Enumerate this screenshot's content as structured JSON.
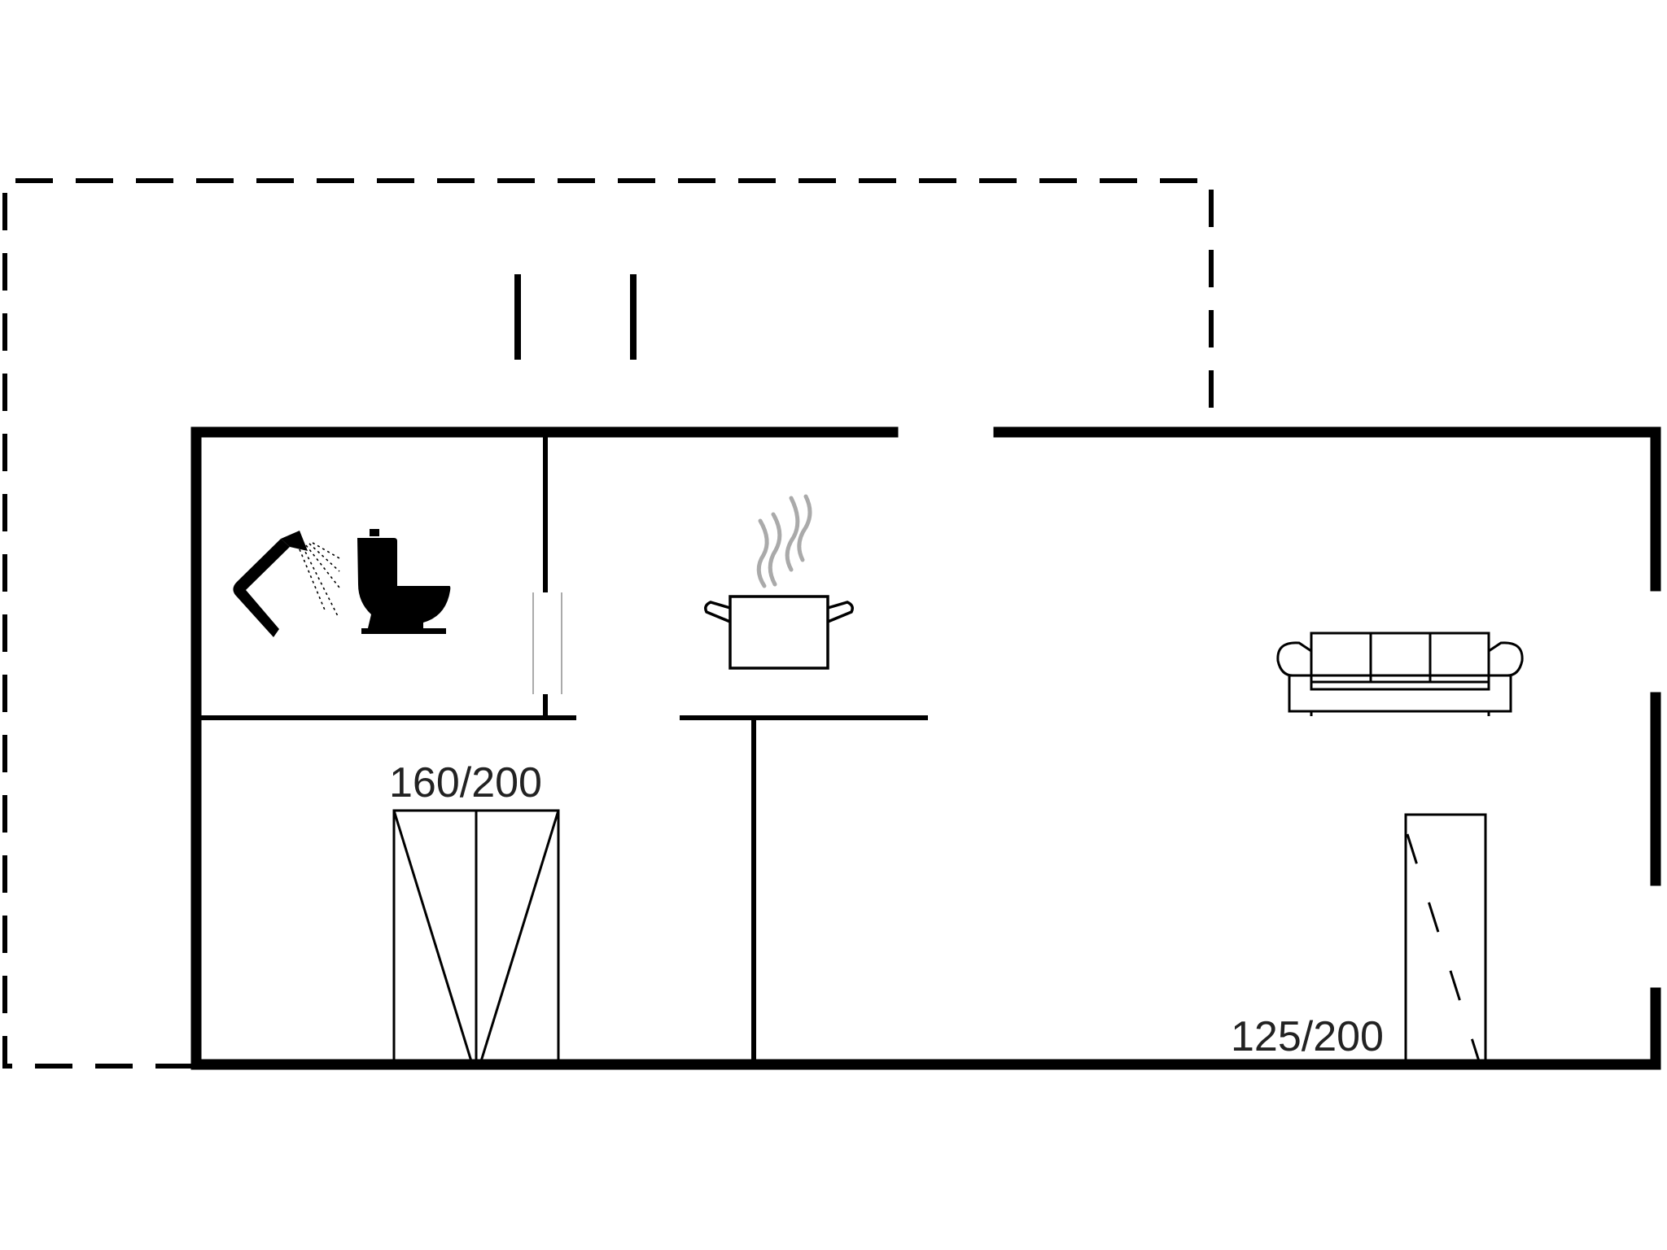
{
  "floor_plan": {
    "colors": {
      "wall": "#000000",
      "background": "#ffffff",
      "steam": "#aaaaaa"
    },
    "rooms": [
      {
        "name": "bathroom",
        "icons": [
          "shower-icon",
          "toilet-icon"
        ]
      },
      {
        "name": "kitchen",
        "icons": [
          "cooking-pot-icon"
        ]
      },
      {
        "name": "bedroom-1",
        "bed_label": "160/200",
        "icons": [
          "double-bed-icon"
        ]
      },
      {
        "name": "living-room",
        "bed_label": "125/200",
        "icons": [
          "sofa-icon",
          "single-bed-icon"
        ]
      }
    ],
    "terrace": {
      "outline": "dashed"
    }
  }
}
